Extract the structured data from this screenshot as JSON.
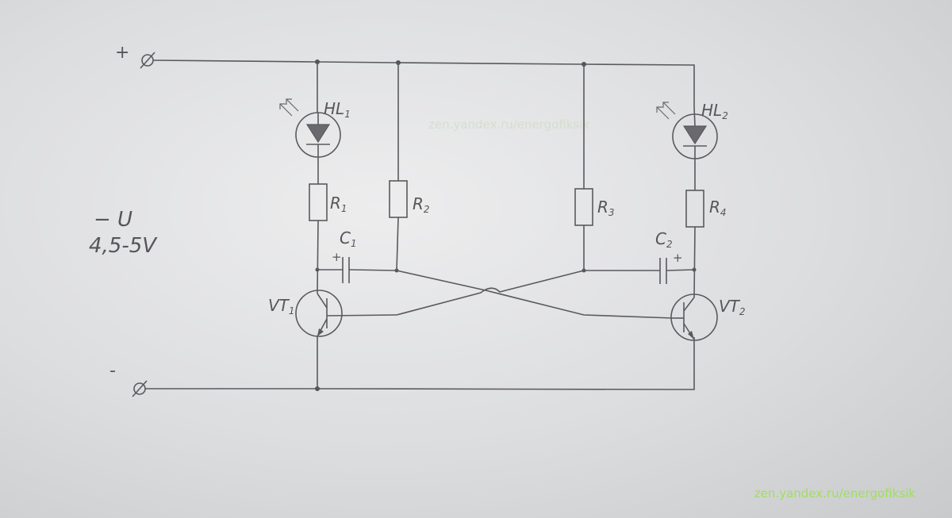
{
  "supply": {
    "plus_sign": "+",
    "minus_sign": "-",
    "symbol": "− U",
    "range": "4,5-5V"
  },
  "leds": [
    {
      "id": "led1",
      "label": "HL",
      "index": "1"
    },
    {
      "id": "led2",
      "label": "HL",
      "index": "2"
    }
  ],
  "resistors": [
    {
      "id": "r1",
      "label": "R",
      "index": "1"
    },
    {
      "id": "r2",
      "label": "R",
      "index": "2"
    },
    {
      "id": "r3",
      "label": "R",
      "index": "3"
    },
    {
      "id": "r4",
      "label": "R",
      "index": "4"
    }
  ],
  "capacitors": [
    {
      "id": "c1",
      "label": "C",
      "index": "1",
      "polarity": "+"
    },
    {
      "id": "c2",
      "label": "C",
      "index": "2",
      "polarity": "+"
    }
  ],
  "transistors": [
    {
      "id": "vt1",
      "label": "VT",
      "index": "1"
    },
    {
      "id": "vt2",
      "label": "VT",
      "index": "2"
    }
  ],
  "watermark_text": "zen.yandex.ru/energofiksik",
  "footer_credit": "zen.yandex.ru/energofiksik",
  "colors": {
    "pencil": "#5a5a5e",
    "credit": "#9ee05a"
  }
}
